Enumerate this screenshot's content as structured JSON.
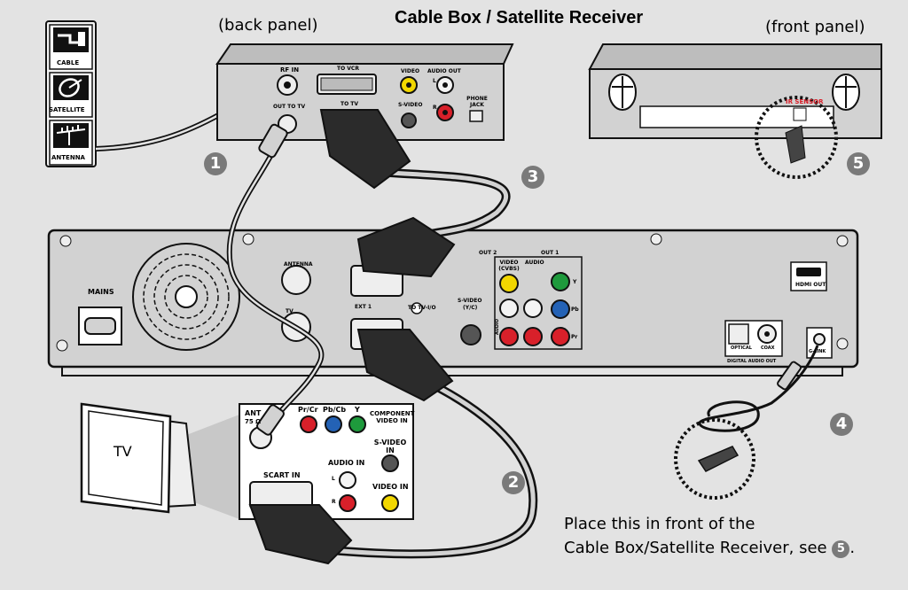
{
  "title": "Cable Box / Satellite Receiver",
  "back_panel_label": "(back panel)",
  "front_panel_label": "(front panel)",
  "sources": {
    "cable": "CABLE",
    "satellite": "SATELLITE",
    "antenna": "ANTENNA"
  },
  "cable_box_back": {
    "rf_in": "RF IN",
    "out_to_tv": "OUT TO TV",
    "to_vcr": "TO VCR",
    "to_tv": "TO TV",
    "video": "VIDEO",
    "audio_out": "AUDIO OUT",
    "audio_l": "L",
    "audio_r": "R",
    "s_video": "S-VIDEO",
    "phone_jack": "PHONE JACK"
  },
  "cable_box_front": {
    "ir_sensor": "IR SENSOR"
  },
  "recorder": {
    "mains": "MAINS",
    "antenna": "ANTENNA",
    "tv": "TV",
    "ext1": "EXT 1",
    "to_tv_io": "TO TV-I/O",
    "s_video": "S-VIDEO",
    "s_video_sub": "(Y/C)",
    "out2": "OUT 2",
    "out1": "OUT 1",
    "video_cvbs": "VIDEO (CVBS)",
    "audio": "AUDIO",
    "audio_side": "AUDIO",
    "comp_y": "Y",
    "comp_pb": "Pb",
    "comp_pr": "Pr",
    "optical": "OPTICAL",
    "coax": "COAX",
    "digital_audio_out": "DIGITAL AUDIO OUT",
    "hdmi_out": "HDMI OUT",
    "g_link": "G-LINK"
  },
  "tv": {
    "tv_label": "TV",
    "ant": "ANT",
    "ant_ohm": "75 Ω",
    "pr_cr": "Pr/Cr",
    "pb_cb": "Pb/Cb",
    "y": "Y",
    "component_video_in": "COMPONENT VIDEO IN",
    "s_video_in": "S-VIDEO IN",
    "audio_in": "AUDIO IN",
    "audio_l": "L",
    "audio_r": "R",
    "scart_in": "SCART IN",
    "video_in": "VIDEO IN"
  },
  "steps": [
    "1",
    "2",
    "3",
    "4",
    "5",
    "5"
  ],
  "note": {
    "line1": "Place this in front of the",
    "line2": "Cable Box/Satellite Receiver, see",
    "ref": "5",
    "end": "."
  },
  "colors": {
    "background": "#e3e3e3",
    "panel": "#d2d2d2",
    "outline": "#1a1a1a",
    "badge": "#7a7a7a",
    "yellow_jack": "#f2d700",
    "red_jack": "#d8202a",
    "white_jack": "#f4f4f4",
    "green_jack": "#1e9a3c",
    "blue_jack": "#2462b5",
    "ir_sensor_text": "#d8202a"
  }
}
